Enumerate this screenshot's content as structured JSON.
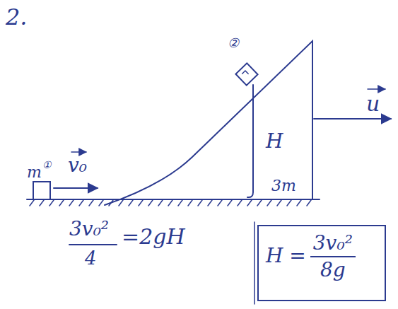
{
  "diagram": {
    "nodes": [
      {
        "text": [
          "H =",
          "3v₀²",
          "8g"
        ]
      }
    ],
    "labels": [
      "2.",
      "m",
      "①",
      "v₀",
      "②",
      "H",
      "3m",
      "u",
      "3v₀²",
      "4",
      "=2gH"
    ]
  }
}
